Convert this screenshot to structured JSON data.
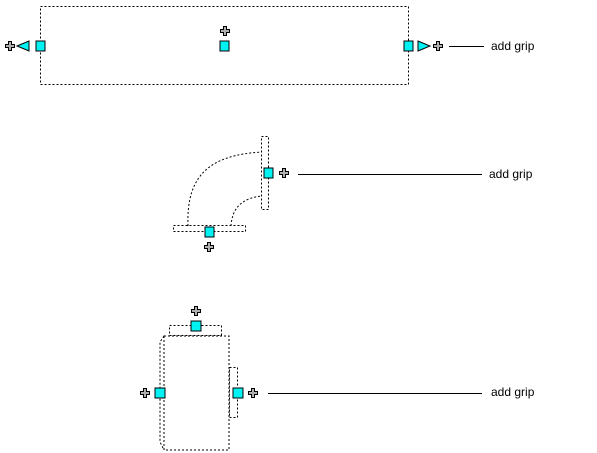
{
  "callouts": [
    {
      "text": "add grip"
    },
    {
      "text": "add grip"
    },
    {
      "text": "add grip"
    }
  ],
  "colors": {
    "grip_fill": "#00f2f2",
    "add_grip_icon_fill": "#b0b0b0",
    "outline": "#000000",
    "background": "#ffffff"
  },
  "icons": [
    "grip-square-icon",
    "add-grip-plus-icon",
    "lengthen-arrow-icon"
  ]
}
